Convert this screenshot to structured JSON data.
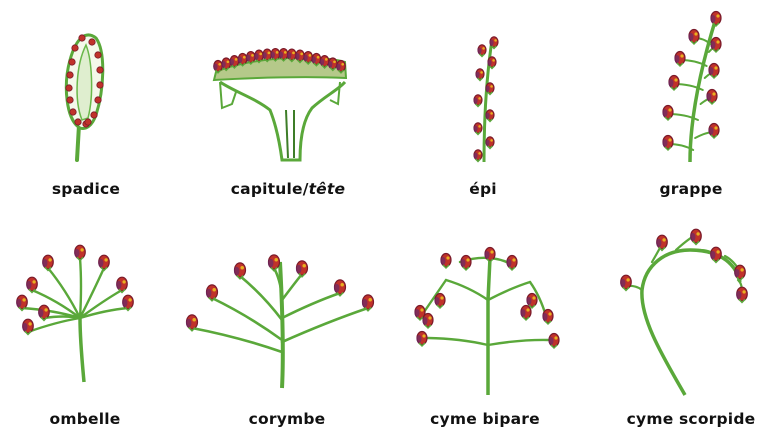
{
  "labels": {
    "spadice": "spadice",
    "capitule": "capitule/",
    "tete": "tête",
    "epi": "épi",
    "grappe": "grappe",
    "ombelle": "ombelle",
    "corymbe": "corymbe",
    "cyme_bipare": "cyme bipare",
    "cyme_scorpide": "cyme scorpide"
  },
  "colors": {
    "stem": "#5aa83a",
    "stem_dark": "#3d7d28",
    "flower": "#c0322a",
    "flower_dark": "#7a1a2a",
    "flower_purple": "#6a2a6a",
    "pollen": "#e8b020"
  }
}
